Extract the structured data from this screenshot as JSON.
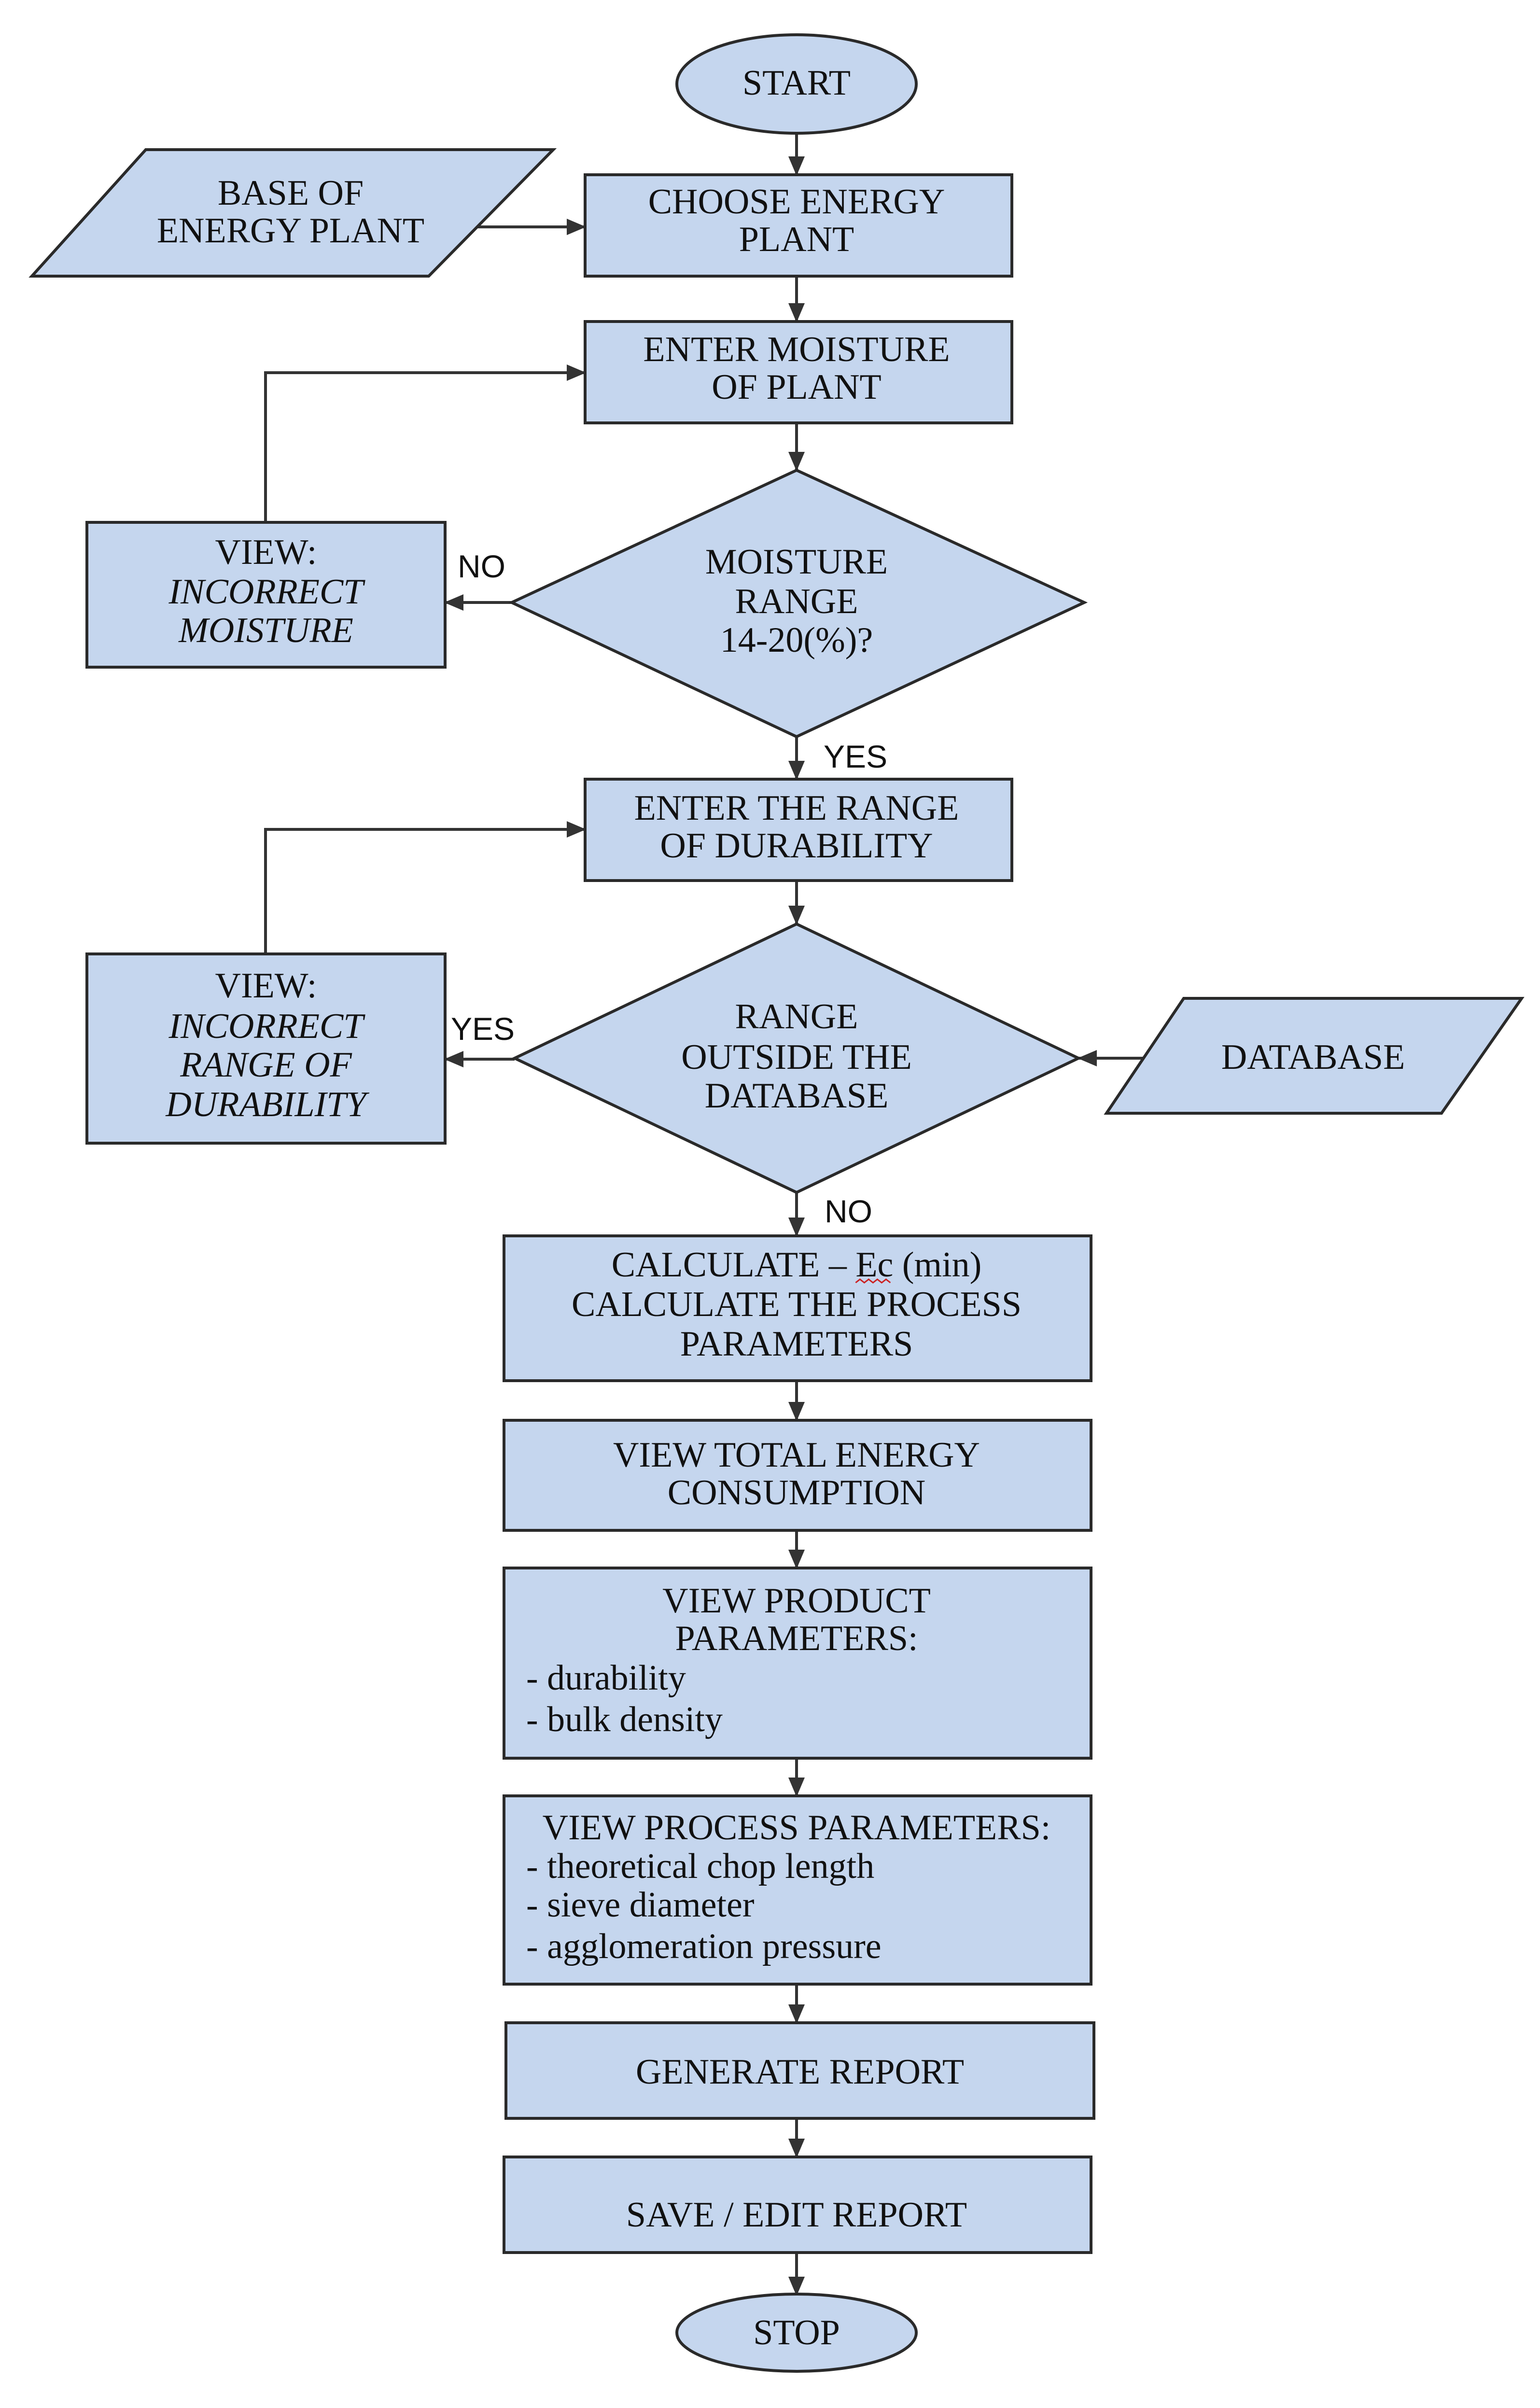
{
  "colors": {
    "fill": "#c5d6ee",
    "stroke": "#2a2a2a",
    "line": "#333333",
    "spell_mark": "#cc2222"
  },
  "nodes": {
    "start": {
      "lines": [
        "START"
      ]
    },
    "base": {
      "lines": [
        "BASE OF",
        "ENERGY PLANT"
      ]
    },
    "choose": {
      "lines": [
        "CHOOSE ENERGY",
        "PLANT"
      ]
    },
    "moisture_input": {
      "lines": [
        "ENTER MOISTURE",
        "OF PLANT"
      ]
    },
    "moisture_check": {
      "lines": [
        "MOISTURE",
        "RANGE",
        "14-20(%)?"
      ]
    },
    "incorrect_moisture": {
      "lines": [
        "VIEW:",
        "INCORRECT",
        "MOISTURE"
      ]
    },
    "range_input": {
      "lines": [
        "ENTER THE RANGE",
        "OF DURABILITY"
      ]
    },
    "range_check": {
      "lines": [
        "RANGE",
        "OUTSIDE THE",
        "DATABASE"
      ]
    },
    "incorrect_range": {
      "lines": [
        "VIEW:",
        "INCORRECT",
        "RANGE OF",
        "DURABILITY"
      ]
    },
    "database": {
      "lines": [
        "DATABASE"
      ]
    },
    "calculate": {
      "prefix": "CALCULATE – ",
      "word": "Ec",
      "suffix": " (min)",
      "lines": [
        "CALCULATE THE PROCESS",
        "PARAMETERS"
      ]
    },
    "total_energy": {
      "lines": [
        "VIEW TOTAL ENERGY",
        "CONSUMPTION"
      ]
    },
    "product_params": {
      "lines": [
        "VIEW PRODUCT",
        "PARAMETERS:"
      ],
      "items": [
        "- durability",
        "- bulk density"
      ]
    },
    "process_params": {
      "lines": [
        "VIEW PROCESS PARAMETERS:"
      ],
      "items": [
        "- theoretical chop length",
        "- sieve diameter",
        "- agglomeration pressure"
      ]
    },
    "report": {
      "lines": [
        "GENERATE REPORT"
      ]
    },
    "save": {
      "lines": [
        "SAVE / EDIT REPORT"
      ]
    },
    "stop": {
      "lines": [
        "STOP"
      ]
    }
  },
  "edge_labels": {
    "moisture_no": "NO",
    "moisture_yes": "YES",
    "range_yes": "YES",
    "range_no": "NO"
  }
}
